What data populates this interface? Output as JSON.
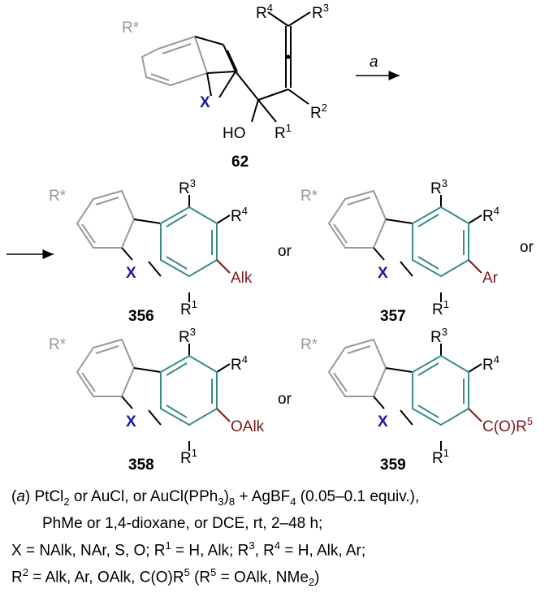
{
  "diagram": {
    "start": {
      "id": "62",
      "substituent_ring": "R*",
      "heteroatom": "X",
      "hydroxy": "HO",
      "r1": "R",
      "r1_sup": "1",
      "r2": "R",
      "r2_sup": "2",
      "r3": "R",
      "r3_sup": "3",
      "r4": "R",
      "r4_sup": "4"
    },
    "arrow_label": "a",
    "connector_or": "or",
    "products": [
      {
        "id": "356",
        "group": "Alk"
      },
      {
        "id": "357",
        "group": "Ar"
      },
      {
        "id": "358",
        "group": "OAlk"
      },
      {
        "id": "359",
        "group": "C(O)R",
        "group_sup": "5"
      }
    ],
    "product_labels": {
      "r_star": "R*",
      "x": "X",
      "r1": "R",
      "r1_sup": "1",
      "r3": "R",
      "r3_sup": "3",
      "r4": "R",
      "r4_sup": "4"
    },
    "colors": {
      "ring": "#3a8a8a",
      "heteroatom": "#1a1aa0",
      "group": "#7a1a1a",
      "faded": "#999999"
    }
  },
  "conditions": {
    "line1": {
      "a": "a",
      "t1": " PtCl",
      "s1": "2",
      "t2": " or AuCl, or AuCl(PPh",
      "s2": "3",
      "t3": ")",
      "s3": "8",
      "t4": " + AgBF",
      "s4": "4",
      "t5": " (0.05–0.1 equiv.),"
    },
    "line2": "PhMe or 1,4-dioxane, or DCE, rt, 2–48 h;",
    "line3": {
      "t1": "X = NAlk, NAr, S, O; R",
      "p1": "1",
      "t2": " = H, Alk; R",
      "p2": "3",
      "t3": ", R",
      "p3": "4",
      "t4": " = H, Alk, Ar;"
    },
    "line4": {
      "t1": "R",
      "p1": "2",
      "t2": " = Alk, Ar, OAlk, C(O)R",
      "p2": "5",
      "t3": " (R",
      "p3": "5",
      "t4": " = OAlk, NMe",
      "s4": "2",
      "t5": ")"
    }
  }
}
